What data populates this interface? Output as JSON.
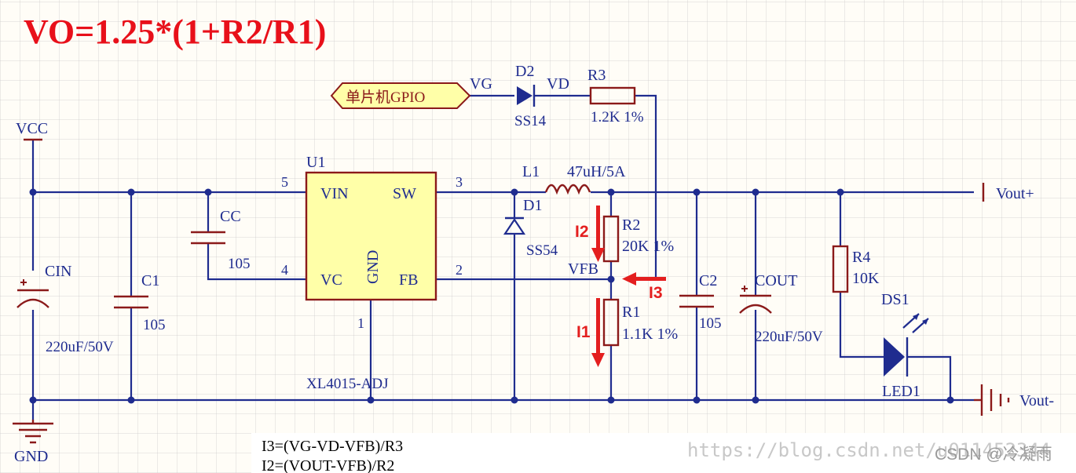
{
  "formula": "VO=1.25*(1+R2/R1)",
  "gpio_label": "单片机GPIO",
  "nets": {
    "vg": "VG",
    "vd": "VD",
    "vfb": "VFB",
    "vcc": "VCC",
    "gnd": "GND",
    "vout_pos": "Vout+",
    "vout_neg": "Vout-"
  },
  "components": {
    "d2": {
      "ref": "D2",
      "value": "SS14"
    },
    "r3": {
      "ref": "R3",
      "value": "1.2K 1%"
    },
    "u1": {
      "ref": "U1",
      "part": "XL4015-ADJ",
      "pins": {
        "vin": "VIN",
        "sw": "SW",
        "vc": "VC",
        "gnd": "GND",
        "fb": "FB"
      },
      "pin_numbers": {
        "vin": "5",
        "sw": "3",
        "vc": "4",
        "fb": "2",
        "gnd": "1"
      }
    },
    "l1": {
      "ref": "L1",
      "value": "47uH/5A"
    },
    "d1": {
      "ref": "D1",
      "value": "SS54"
    },
    "r2": {
      "ref": "R2",
      "value": "20K 1%"
    },
    "r1": {
      "ref": "R1",
      "value": "1.1K 1%"
    },
    "cin": {
      "ref": "CIN",
      "value": "220uF/50V"
    },
    "c1": {
      "ref": "C1",
      "value": "105"
    },
    "cc": {
      "ref": "CC",
      "value": "105"
    },
    "c2": {
      "ref": "C2",
      "value": "105"
    },
    "cout": {
      "ref": "COUT",
      "value": "220uF/50V"
    },
    "r4": {
      "ref": "R4",
      "value": "10K"
    },
    "ds1": {
      "ref": "DS1",
      "value": "LED1"
    }
  },
  "currents": {
    "i1": "I1",
    "i2": "I2",
    "i3": "I3"
  },
  "equations": [
    "I3=(VG-VD-VFB)/R3",
    "I2=(VOUT-VFB)/R2"
  ],
  "watermark": {
    "url": "https://blog.csdn.net/u011452344",
    "brand": "CSDN @冷凝雨"
  },
  "colors": {
    "wire": "#1f2c8f",
    "component": "#8b1a1a",
    "ic_fill": "#ffffa8",
    "annotation": "#e41f1f"
  }
}
